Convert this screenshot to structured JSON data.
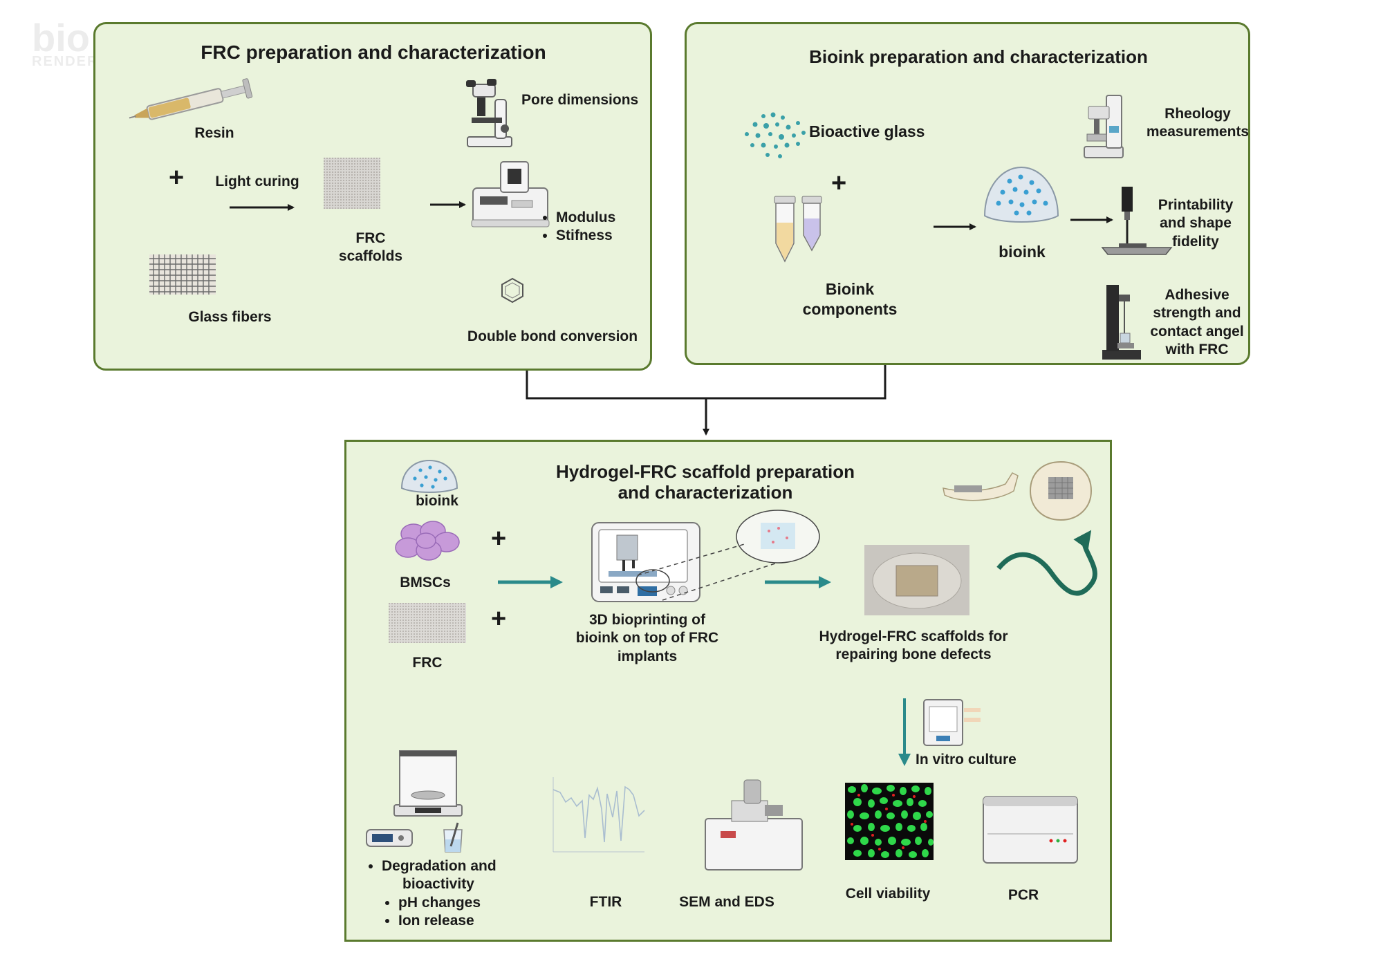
{
  "watermark": {
    "line1": "bio",
    "line2": "RENDER"
  },
  "panel_frc": {
    "title": "FRC preparation and characterization",
    "resin": "Resin",
    "light_curing": "Light curing",
    "frc_scaffolds": "FRC\nscaffolds",
    "glass_fibers": "Glass fibers",
    "pore_dimensions": "Pore dimensions",
    "modulus": "Modulus",
    "stiffness": "Stifness",
    "double_bond": "Double bond conversion"
  },
  "panel_bioink": {
    "title": "Bioink preparation and characterization",
    "bioactive_glass": "Bioactive glass",
    "bioink_components": "Bioink\ncomponents",
    "bioink": "bioink",
    "rheology": "Rheology\nmeasurements",
    "printability": "Printability\nand shape\nfidelity",
    "adhesive": "Adhesive\nstrength and\ncontact angel\nwith FRC"
  },
  "panel_hydrogel": {
    "title": "Hydrogel-FRC scaffold preparation\nand characterization",
    "bioink": "bioink",
    "bmscs": "BMSCs",
    "frc": "FRC",
    "bioprinting": "3D bioprinting of\nbioink on top of FRC\nimplants",
    "scaffolds": "Hydrogel-FRC scaffolds for\nrepairing bone defects",
    "in_vitro": "In vitro culture",
    "degradation_1": "Degradation and",
    "degradation_2": "bioactivity",
    "ph": "pH changes",
    "ion": "Ion release",
    "ftir": "FTIR",
    "sem": "SEM and EDS",
    "cell_viability": "Cell viability",
    "pcr": "PCR"
  },
  "symbols": {
    "plus": "+"
  },
  "colors": {
    "panel_fill": "#eaf3dc",
    "panel_border": "#5a7a2e",
    "teal_arrow": "#2a8a8a",
    "dark_arrow": "#1a1a1a"
  }
}
